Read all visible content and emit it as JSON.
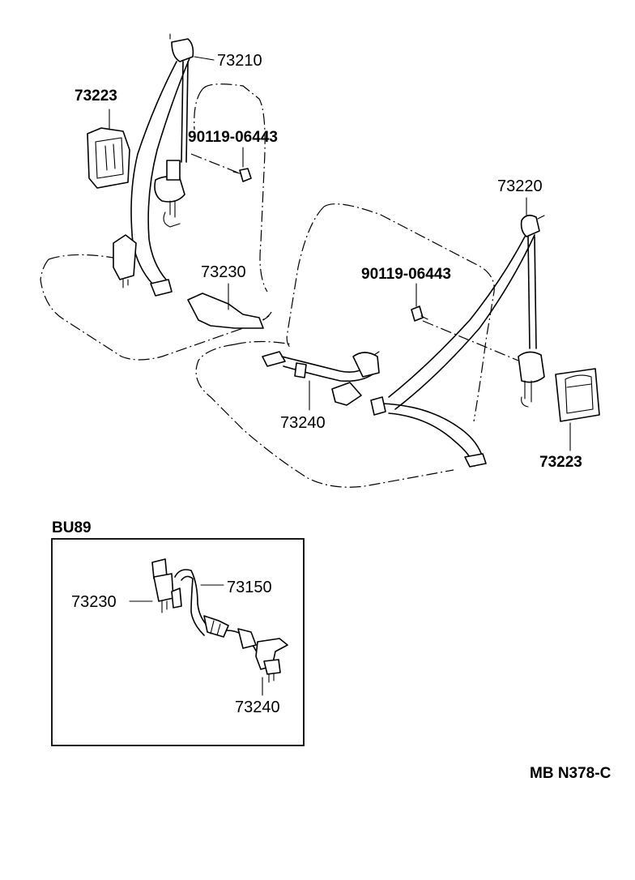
{
  "labels": {
    "top_retractor": "73210",
    "left_anchor_cover": "73223",
    "left_bolt": "90119-06443",
    "left_buckle": "73230",
    "right_retractor": "73220",
    "right_bolt": "90119-06443",
    "center_belt": "73240",
    "right_anchor_cover": "73223"
  },
  "inset": {
    "title": "BU89",
    "labels": {
      "buckle": "73230",
      "belt": "73150",
      "anchor": "73240"
    }
  },
  "footer": {
    "code": "MB N378-C"
  }
}
